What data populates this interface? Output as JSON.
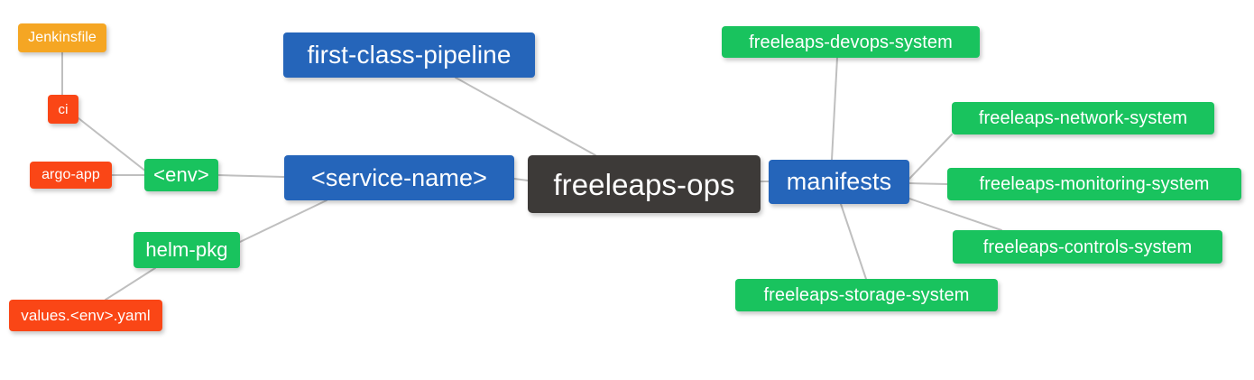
{
  "diagram": {
    "type": "mindmap",
    "title": "freeleaps-ops",
    "background_color": "#ffffff",
    "edge_color": "#bfbfbf",
    "palette": {
      "root_dark": "#3d3a38",
      "blue": "#2565ba",
      "green": "#19c35e",
      "red": "#fa4616",
      "orange": "#f5a623",
      "text": "#ffffff"
    }
  },
  "nodes": {
    "root": {
      "label": "freeleaps-ops",
      "color": "#3d3a38",
      "level": 0
    },
    "first_class_pipeline": {
      "label": "first-class-pipeline",
      "color": "#2565ba",
      "level": 1
    },
    "service_name": {
      "label": "<service-name>",
      "color": "#2565ba",
      "level": 1
    },
    "manifests": {
      "label": "manifests",
      "color": "#2565ba",
      "level": 1
    },
    "env": {
      "label": "<env>",
      "color": "#19c35e",
      "level": 2
    },
    "helm_pkg": {
      "label": "helm-pkg",
      "color": "#19c35e",
      "level": 2
    },
    "ci": {
      "label": "ci",
      "color": "#fa4616",
      "level": 3
    },
    "argo_app": {
      "label": "argo-app",
      "color": "#fa4616",
      "level": 3
    },
    "values_yaml": {
      "label": "values.<env>.yaml",
      "color": "#fa4616",
      "level": 3
    },
    "jenkinsfile": {
      "label": "Jenkinsfile",
      "color": "#f5a623",
      "level": 4
    },
    "devops_system": {
      "label": "freeleaps-devops-system",
      "color": "#19c35e",
      "level": 2
    },
    "network_system": {
      "label": "freeleaps-network-system",
      "color": "#19c35e",
      "level": 2
    },
    "monitoring_system": {
      "label": "freeleaps-monitoring-system",
      "color": "#19c35e",
      "level": 2
    },
    "controls_system": {
      "label": "freeleaps-controls-system",
      "color": "#19c35e",
      "level": 2
    },
    "storage_system": {
      "label": "freeleaps-storage-system",
      "color": "#19c35e",
      "level": 2
    }
  },
  "edges": [
    {
      "from": "root",
      "to": "first_class_pipeline"
    },
    {
      "from": "root",
      "to": "service_name"
    },
    {
      "from": "root",
      "to": "manifests"
    },
    {
      "from": "service_name",
      "to": "env"
    },
    {
      "from": "service_name",
      "to": "helm_pkg"
    },
    {
      "from": "env",
      "to": "ci"
    },
    {
      "from": "env",
      "to": "argo_app"
    },
    {
      "from": "ci",
      "to": "jenkinsfile"
    },
    {
      "from": "helm_pkg",
      "to": "values_yaml"
    },
    {
      "from": "manifests",
      "to": "devops_system"
    },
    {
      "from": "manifests",
      "to": "network_system"
    },
    {
      "from": "manifests",
      "to": "monitoring_system"
    },
    {
      "from": "manifests",
      "to": "controls_system"
    },
    {
      "from": "manifests",
      "to": "storage_system"
    }
  ]
}
